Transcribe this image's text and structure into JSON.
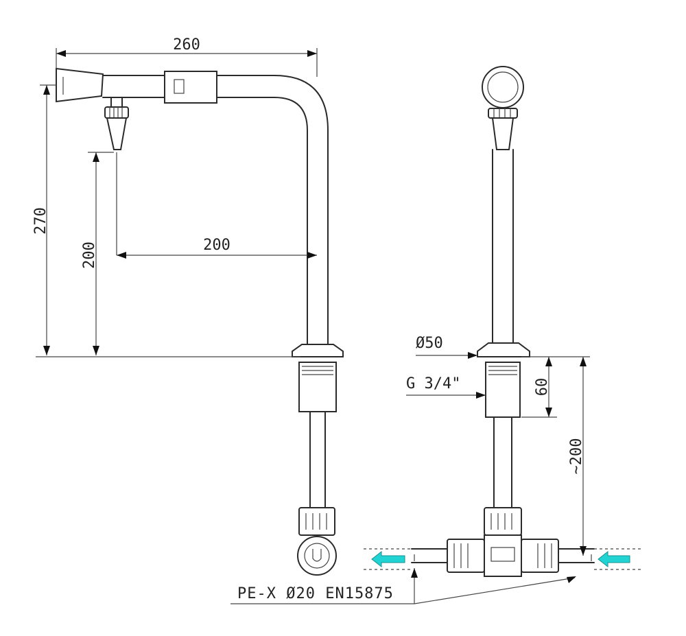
{
  "dimensions": {
    "total_width": "260",
    "total_height": "270",
    "spout_height": "200",
    "spout_reach": "200",
    "flange_diameter": "Ø50",
    "thread": "G 3/4\"",
    "thread_length": "60",
    "pipe_length": "~200"
  },
  "labels": {
    "pipe_spec": "PE-X Ø20 EN15875"
  },
  "colors": {
    "line": "#2a2a2a",
    "flow_arrow": "#22d3d3"
  },
  "icons": [
    "flow-arrow-icon",
    "flow-arrow-icon"
  ]
}
